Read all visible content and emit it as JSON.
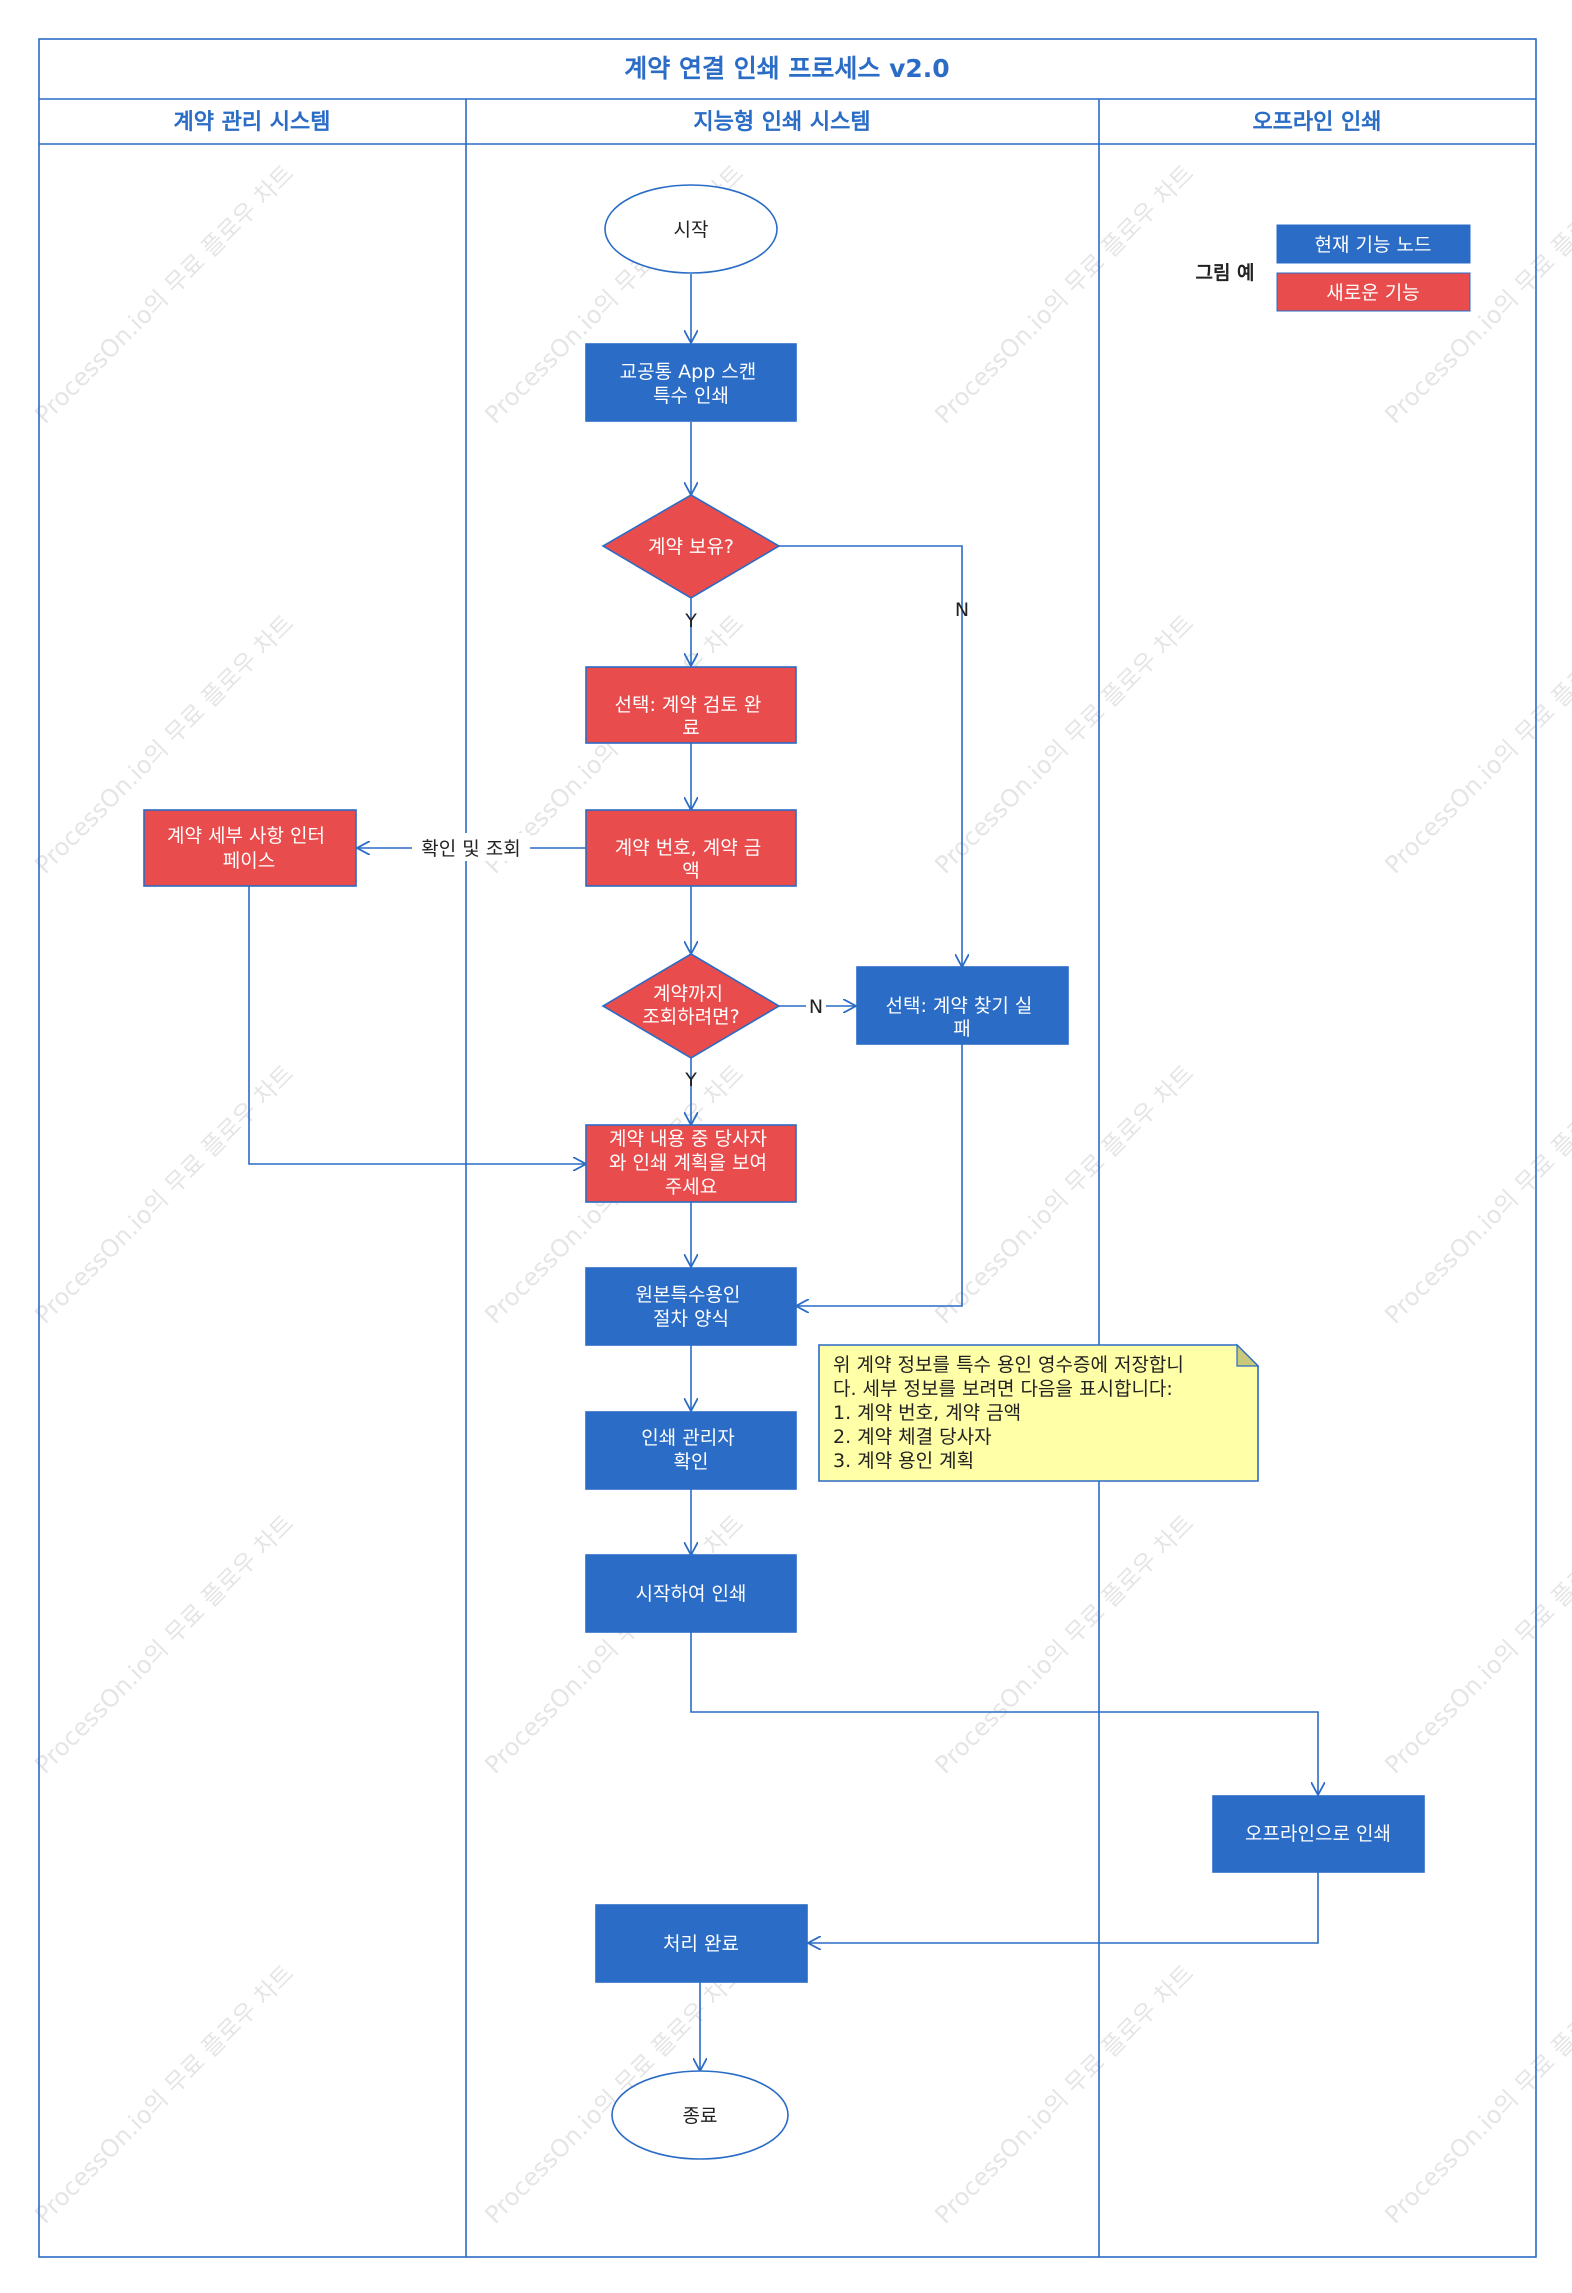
{
  "title": "계약 연결 인쇄 프로세스 v2.0",
  "lanes": [
    "계약 관리 시스템",
    "지능형 인쇄 시스템",
    "오프라인 인쇄"
  ],
  "colors": {
    "line": "#2a6cc6",
    "current": "#2a6cc6",
    "new": "#e84c4c",
    "note_fill": "#ffffa8",
    "note_stroke": "#2a6cc6"
  },
  "legend": {
    "title": "그림 예",
    "current_label": "현재 기능 노드",
    "new_label": "새로운 기능"
  },
  "nodes": {
    "start": [
      "시작"
    ],
    "scan": [
      "교공통 App 스캔",
      "특수 인쇄"
    ],
    "has_contract": [
      "계약 보유?"
    ],
    "select_review": [
      "선택: 계약 검토 완",
      "료"
    ],
    "contract_no": [
      "계약 번호, 계약 금",
      "액"
    ],
    "detail_interface": [
      "계약 세부 사항 인터",
      "페이스"
    ],
    "query_contract": [
      "계약까지",
      "조회하려면?"
    ],
    "find_failed": [
      "선택: 계약 찾기 실",
      "패"
    ],
    "show_parties": [
      "계약 내용 중 당사자",
      "와 인쇄 계획을 보여",
      "주세요"
    ],
    "original_form": [
      "원본특수용인",
      "절차 양식"
    ],
    "print_admin": [
      "인쇄 관리자",
      "확인"
    ],
    "start_print": [
      "시작하여 인쇄"
    ],
    "offline_print": [
      "오프라인으로 인쇄"
    ],
    "done": [
      "처리 완료"
    ],
    "end": [
      "종료"
    ]
  },
  "edge_labels": {
    "yes1": "Y",
    "no1": "N",
    "confirm_query": "확인 및 조회",
    "no2": "N",
    "yes2": "Y"
  },
  "note": [
    "위 계약 정보를 특수 용인 영수증에 저장합니",
    "다. 세부 정보를 보려면 다음을 표시합니다:",
    "1. 계약 번호, 계약 금액",
    "2. 계약 체결 당사자",
    "3. 계약 용인 계획"
  ],
  "watermark": "ProcessOn.io의 무료 플로우 차트"
}
